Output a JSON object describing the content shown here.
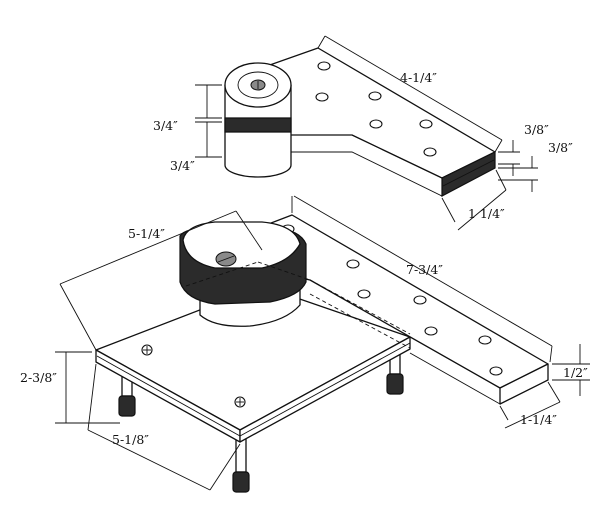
{
  "figure": {
    "upper_pivot": {
      "dim_length": "4-1/4″",
      "dim_knuckle_top": "3/4″",
      "dim_knuckle_bottom": "3/4″",
      "dim_plate_thickness": "3/8″",
      "dim_plate_thickness_2": "3/8″",
      "dim_plate_width": "1 1/4″"
    },
    "lower_pivot": {
      "dim_base_length": "5-1/4″",
      "dim_arm_length": "7-3/4″",
      "dim_height": "2-3/8″",
      "dim_base_width": "5-1/8″",
      "dim_arm_thickness": "1/2″",
      "dim_arm_width": "1-1/4″"
    }
  }
}
